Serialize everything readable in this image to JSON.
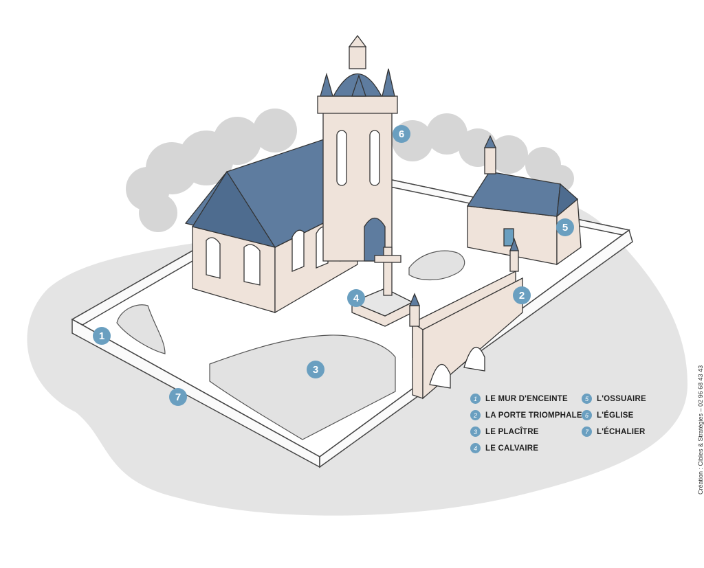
{
  "markers": [
    {
      "num": "1",
      "label": "LE MUR D'ENCEINTE"
    },
    {
      "num": "2",
      "label": "LA PORTE TRIOMPHALE"
    },
    {
      "num": "3",
      "label": "LE PLACÎTRE"
    },
    {
      "num": "4",
      "label": "LE CALVAIRE"
    },
    {
      "num": "5",
      "label": "L'OSSUAIRE"
    },
    {
      "num": "6",
      "label": "L'ÉGLISE"
    },
    {
      "num": "7",
      "label": "L'ÉCHALIER"
    }
  ],
  "credit": "Création : Cibles & Stratégies – 02 96 68 43 43",
  "colors": {
    "accent": "#6a9fc0",
    "roof": "#5e7c9f",
    "stone": "#efe3da",
    "ground": "#e4e4e4",
    "trees": "#d6d6d6"
  }
}
